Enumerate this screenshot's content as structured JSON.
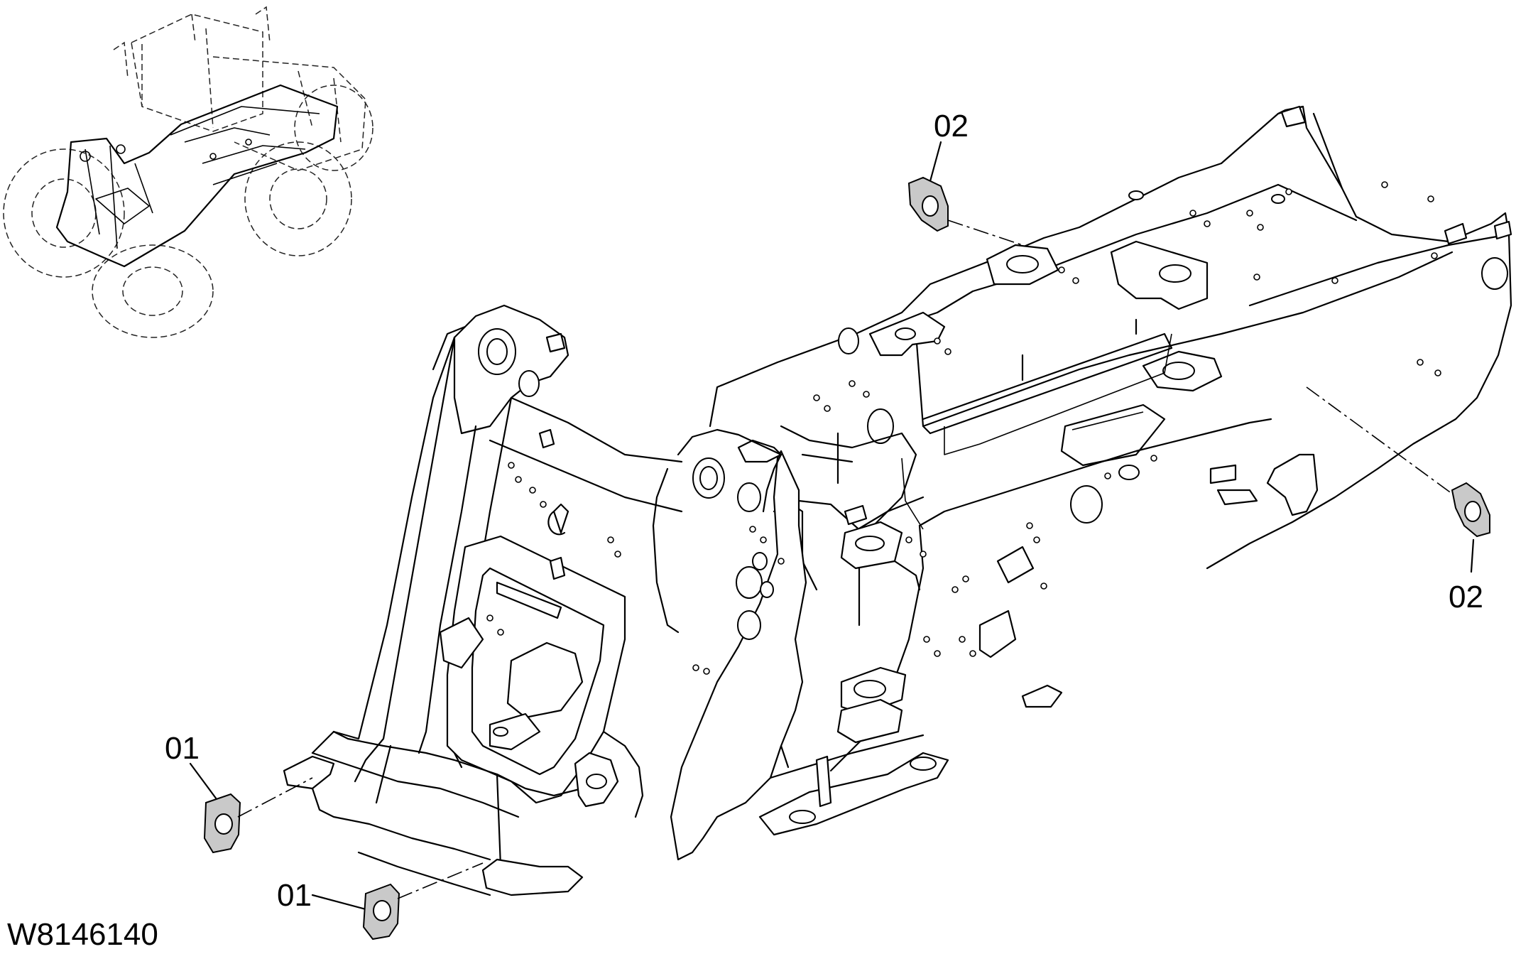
{
  "drawing": {
    "figure_number": "W8146140",
    "callouts": [
      {
        "id": "callout-01-upper",
        "label": "01"
      },
      {
        "id": "callout-01-lower",
        "label": "01"
      },
      {
        "id": "callout-02-top",
        "label": "02"
      },
      {
        "id": "callout-02-right",
        "label": "02"
      }
    ]
  },
  "colors": {
    "line": "#000000",
    "background": "#ffffff",
    "shade": "#c9c9c9"
  },
  "icons": [
    "wheel-loader-overview-icon",
    "lifting-eye-part-icon"
  ]
}
